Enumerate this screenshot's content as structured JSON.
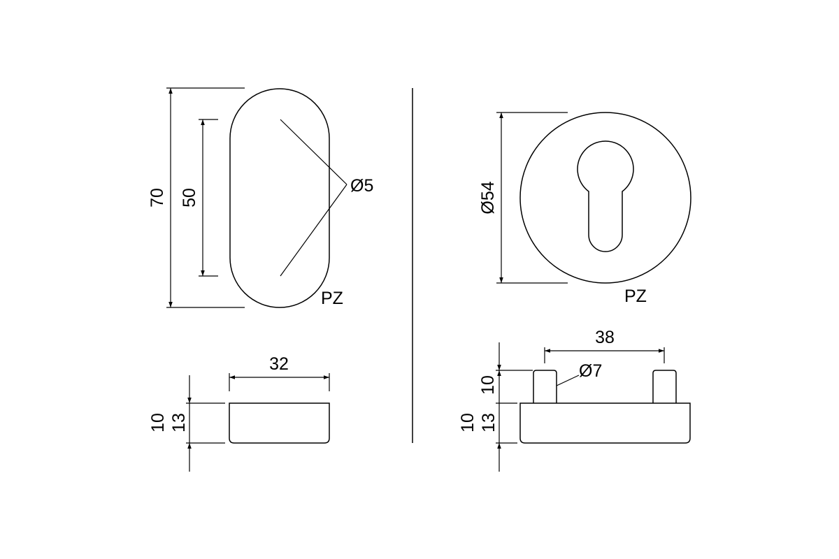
{
  "oval_front": {
    "dim_height": "70",
    "dim_hole_spacing": "50",
    "dim_hole_dia": "Ø5",
    "type_label": "PZ"
  },
  "oval_side": {
    "dim_width": "32",
    "dim_height_a": "10",
    "dim_height_b": "13"
  },
  "round_front": {
    "dim_diameter": "Ø54",
    "type_label": "PZ"
  },
  "round_side": {
    "dim_pin_spacing": "38",
    "dim_pin_dia": "Ø7",
    "dim_pin_height": "10",
    "dim_height_a": "10",
    "dim_height_b": "13"
  }
}
